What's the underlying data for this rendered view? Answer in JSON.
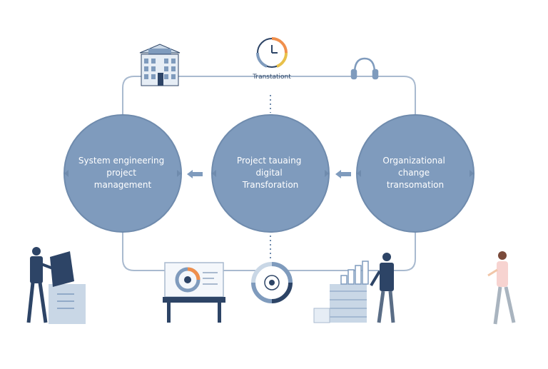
{
  "top_label": "Transtationt",
  "circles": [
    {
      "lines": [
        "System engineering",
        "project",
        "management"
      ]
    },
    {
      "lines": [
        "Project tauaing",
        "digital",
        "Transforation"
      ]
    },
    {
      "lines": [
        "Organizational",
        "change",
        "transomation"
      ]
    }
  ],
  "icons": {
    "building": "building-icon",
    "clock": "clock-icon",
    "headphones": "headphones-icon",
    "gear_dial": "gear-dial-icon",
    "presentation": "presentation-board-icon",
    "bar_chart": "bar-chart-icon",
    "document_box": "document-box-icon"
  },
  "colors": {
    "circle_fill": "#7f9bbd",
    "circle_stroke": "#6f8bad",
    "line": "#a9bacf",
    "navy": "#2d4466",
    "light_blue": "#c9d7e6",
    "orange": "#f08f4c",
    "background": "#ffffff"
  }
}
